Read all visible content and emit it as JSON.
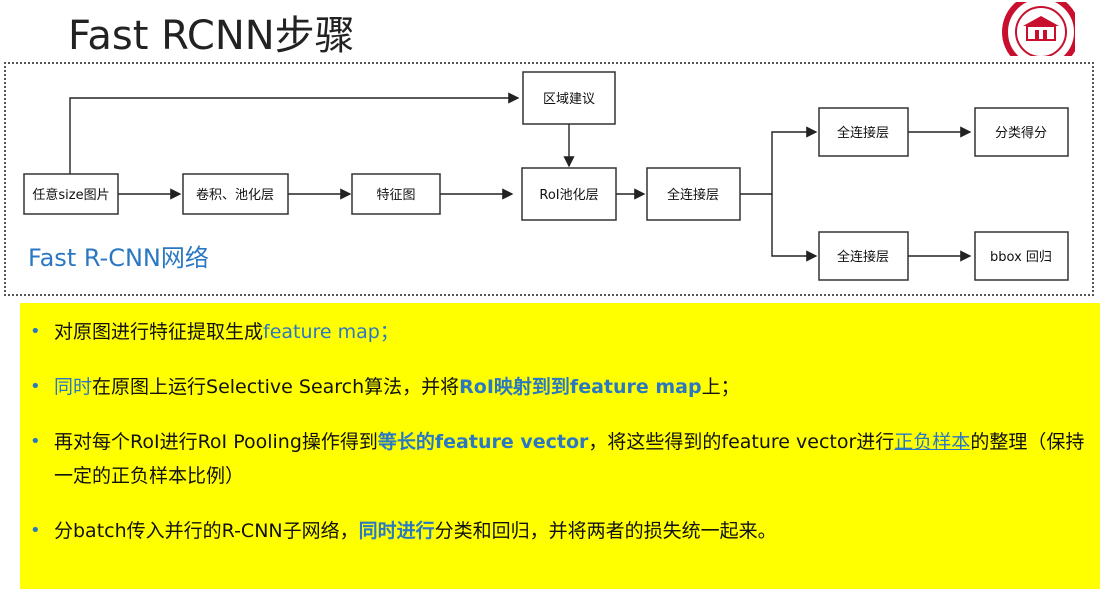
{
  "slide": {
    "title": "Fast RCNN步骤",
    "logo_icon": "university-seal-icon"
  },
  "diagram": {
    "nodes": {
      "input": "任意size图片",
      "conv": "卷积、池化层",
      "featmap": "特征图",
      "region": "区域建议",
      "roipool": "RoI池化层",
      "fc1": "全连接层",
      "fc_cls": "全连接层",
      "fc_bbox": "全连接层",
      "cls_score": "分类得分",
      "bbox_reg": "bbox 回归"
    },
    "network_label": "Fast R-CNN网络"
  },
  "notes": {
    "item1": {
      "a": "对原图进行特征提取生成",
      "b": "feature map；"
    },
    "item2": {
      "a": "同时",
      "b": "在原图上运行Selective Search算法，并将",
      "c": "RoI映射到到feature map",
      "d": "上；"
    },
    "item3": {
      "a": "再对每个RoI进行RoI Pooling操作得到",
      "b": "等长的feature vector",
      "c": "，将这些得到的feature vector进行",
      "d": "正负样本",
      "e": "的整理（保持一定的正负样本比例）"
    },
    "item4": {
      "a": "分batch传入并行的R-CNN子网络，",
      "b": "同时进行",
      "c": "分类和回归，并将两者的损失统一起来。"
    }
  },
  "colors": {
    "accent_blue": "#2b78c2",
    "highlight_yellow": "#ffff00",
    "seal_red": "#c8102e"
  }
}
